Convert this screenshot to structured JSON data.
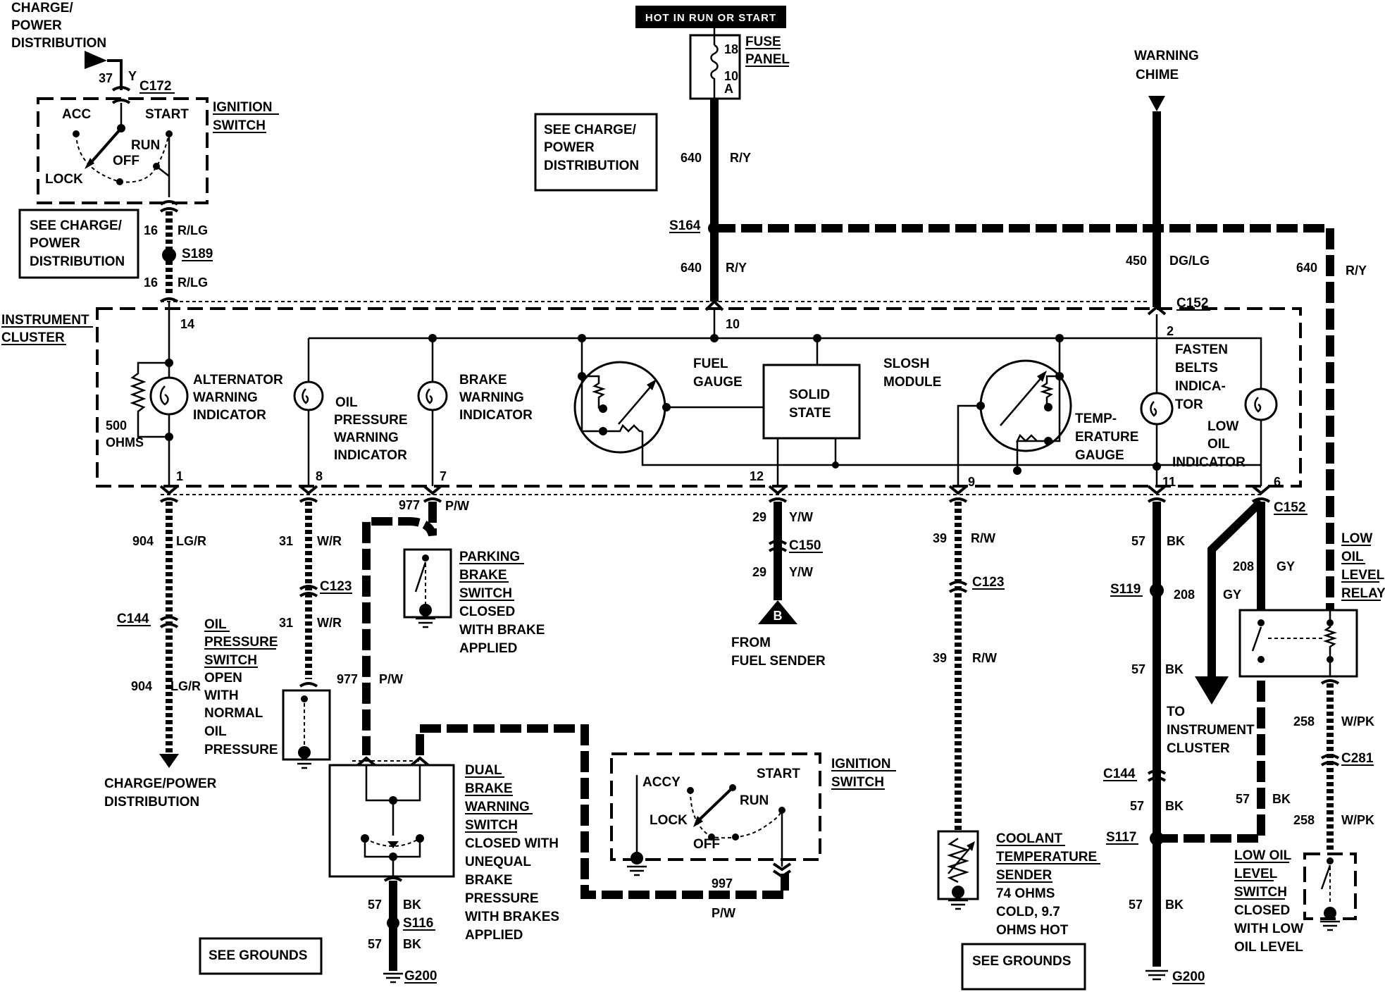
{
  "header": {
    "hot_label": "HOT IN RUN OR START"
  },
  "fuse_panel": {
    "label_line1": "FUSE",
    "label_line2": "PANEL",
    "fuse_num": "18",
    "amps": "10",
    "amp_unit": "A"
  },
  "top_left": {
    "line1": "CHARGE/",
    "line2": "POWER",
    "line3": "DISTRIBUTION"
  },
  "warning_chime": {
    "line1": "WARNING",
    "line2": "CHIME"
  },
  "see_charge_1": {
    "line1": "SEE CHARGE/",
    "line2": "POWER",
    "line3": "DISTRIBUTION"
  },
  "see_charge_2": {
    "line1": "SEE CHARGE/",
    "line2": "POWER",
    "line3": "DISTRIBUTION"
  },
  "ignition_switch_1": {
    "title1": "IGNITION",
    "title2": "SWITCH",
    "acc": "ACC",
    "start": "START",
    "run": "RUN",
    "off": "OFF",
    "lock": "LOCK"
  },
  "ignition_switch_2": {
    "title1": "IGNITION",
    "title2": "SWITCH",
    "accy": "ACCY",
    "start": "START",
    "run": "RUN",
    "off": "OFF",
    "lock": "LOCK"
  },
  "instrument_cluster": {
    "line1": "INSTRUMENT",
    "line2": "CLUSTER"
  },
  "connectors": {
    "c172": "C172",
    "c152_top": "C152",
    "c152_bot": "C152",
    "c150": "C150",
    "c123_a": "C123",
    "c123_b": "C123",
    "c144_a": "C144",
    "c144_b": "C144",
    "c281": "C281"
  },
  "splices": {
    "s189": "S189",
    "s164": "S164",
    "s119": "S119",
    "s117": "S117",
    "s116": "S116"
  },
  "grounds": {
    "g200_a": "G200",
    "g200_b": "G200"
  },
  "pins": {
    "p14": "14",
    "p10": "10",
    "p2": "2",
    "p1": "1",
    "p8": "8",
    "p7": "7",
    "p12": "12",
    "p9": "9",
    "p11": "11",
    "p6": "6"
  },
  "wires": {
    "w37": "37",
    "w37c": "Y",
    "w16a": "16",
    "w16ac": "R/LG",
    "w16b": "16",
    "w16bc": "R/LG",
    "w640a": "640",
    "w640ac": "R/Y",
    "w640b": "640",
    "w640bc": "R/Y",
    "w640c": "640",
    "w640cc": "R/Y",
    "w450": "450",
    "w450c": "DG/LG",
    "w904a": "904",
    "w904ac": "LG/R",
    "w904b": "904",
    "w904bc": "LG/R",
    "w31a": "31",
    "w31ac": "W/R",
    "w31b": "31",
    "w31bc": "W/R",
    "w977a": "977",
    "w977ac": "P/W",
    "w977b": "977",
    "w977bc": "P/W",
    "w29a": "29",
    "w29ac": "Y/W",
    "w29b": "29",
    "w29bc": "Y/W",
    "w39a": "39",
    "w39ac": "R/W",
    "w39b": "39",
    "w39bc": "R/W",
    "w57a": "57",
    "w57ac": "BK",
    "w57b": "57",
    "w57bc": "BK",
    "w57c": "57",
    "w57cc": "BK",
    "w57d": "57",
    "w57dc": "BK",
    "w57e": "57",
    "w57ec": "BK",
    "w57f": "57",
    "w57fc": "BK",
    "w57g": "57",
    "w57gc": "BK",
    "w208a": "208",
    "w208ac": "GY",
    "w208b": "208",
    "w208bc": "GY",
    "w258a": "258",
    "w258ac": "W/PK",
    "w258b": "258",
    "w258bc": "W/PK",
    "w997": "997",
    "w997c": "P/W"
  },
  "components": {
    "alt_ind": [
      "ALTERNATOR",
      "WARNING",
      "INDICATOR"
    ],
    "ohms": [
      "500",
      "OHMS"
    ],
    "oil_ind": [
      "OIL",
      "PRESSURE",
      "WARNING",
      "INDICATOR"
    ],
    "brake_ind": [
      "BRAKE",
      "WARNING",
      "INDICATOR"
    ],
    "fuel_gauge": [
      "FUEL",
      "GAUGE"
    ],
    "solid_state": [
      "SOLID",
      "STATE"
    ],
    "slosh": [
      "SLOSH",
      "MODULE"
    ],
    "temp_gauge": [
      "TEMP-",
      "ERATURE",
      "GAUGE"
    ],
    "fasten_belts": [
      "FASTEN",
      "BELTS",
      "INDICA-",
      "TOR"
    ],
    "low_oil_ind": [
      "LOW",
      "OIL",
      "INDICATOR"
    ],
    "parking_brake": [
      "PARKING",
      "BRAKE",
      "SWITCH",
      "CLOSED",
      "WITH BRAKE",
      "APPLIED"
    ],
    "oil_switch": [
      "OIL",
      "PRESSURE",
      "SWITCH",
      "OPEN",
      "WITH",
      "NORMAL",
      "OIL",
      "PRESSURE"
    ],
    "fuel_sender": [
      "FROM",
      "FUEL SENDER"
    ],
    "sender_letter": "B",
    "dual_brake": [
      "DUAL",
      "BRAKE",
      "WARNING",
      "SWITCH",
      "CLOSED WITH",
      "UNEQUAL",
      "BRAKE",
      "PRESSURE",
      "WITH BRAKES",
      "APPLIED"
    ],
    "coolant": [
      "COOLANT",
      "TEMPERATURE",
      "SENDER",
      "74 OHMS",
      "COLD, 9.7",
      "OHMS HOT"
    ],
    "low_oil_relay": [
      "LOW",
      "OIL",
      "LEVEL",
      "RELAY"
    ],
    "low_oil_switch": [
      "LOW OIL",
      "LEVEL",
      "SWITCH",
      "CLOSED",
      "WITH LOW",
      "OIL LEVEL"
    ],
    "to_cluster": [
      "TO",
      "INSTRUMENT",
      "CLUSTER"
    ],
    "charge_power_dist": [
      "CHARGE/POWER",
      "DISTRIBUTION"
    ]
  },
  "see_grounds_1": "SEE GROUNDS",
  "see_grounds_2": "SEE GROUNDS"
}
